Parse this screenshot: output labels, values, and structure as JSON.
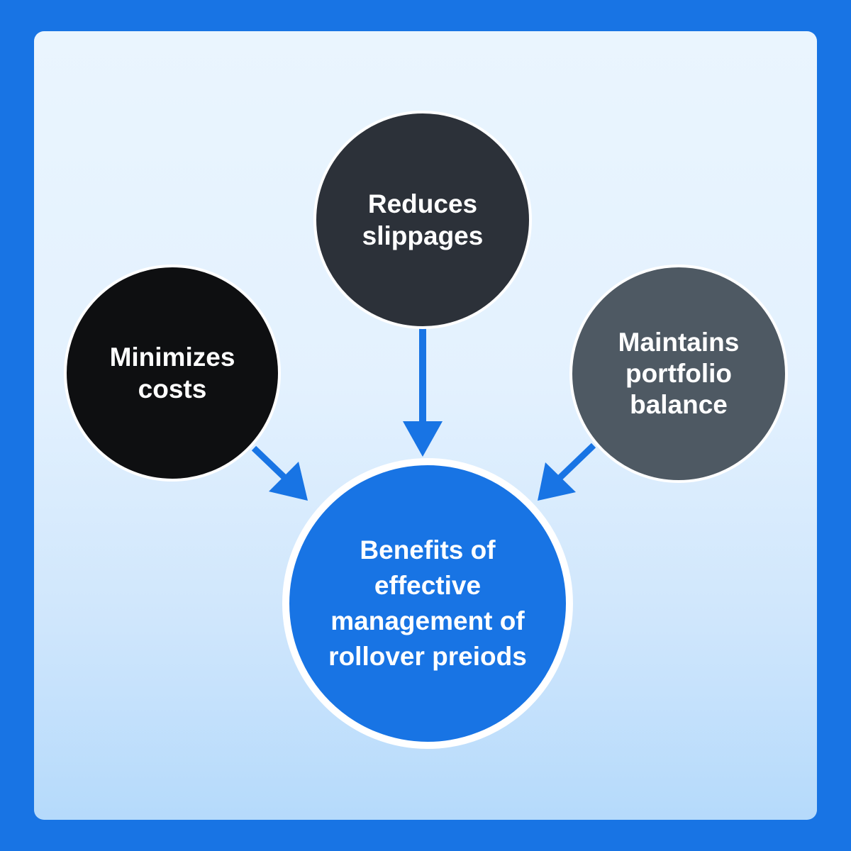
{
  "colors": {
    "frame": "#1874e4",
    "arrow": "#1874e4",
    "circle_minimizes": "#0e0f11",
    "circle_reduces": "#2c3139",
    "circle_maintains": "#4e5963",
    "circle_center": "#1874e4",
    "text": "#ffffff"
  },
  "nodes": {
    "minimizes": "Minimizes\ncosts",
    "reduces": "Reduces\nslippages",
    "maintains": "Maintains\nportfolio\nbalance",
    "center": "Benefits of\neffective\nmanagement of\nrollover preiods"
  }
}
